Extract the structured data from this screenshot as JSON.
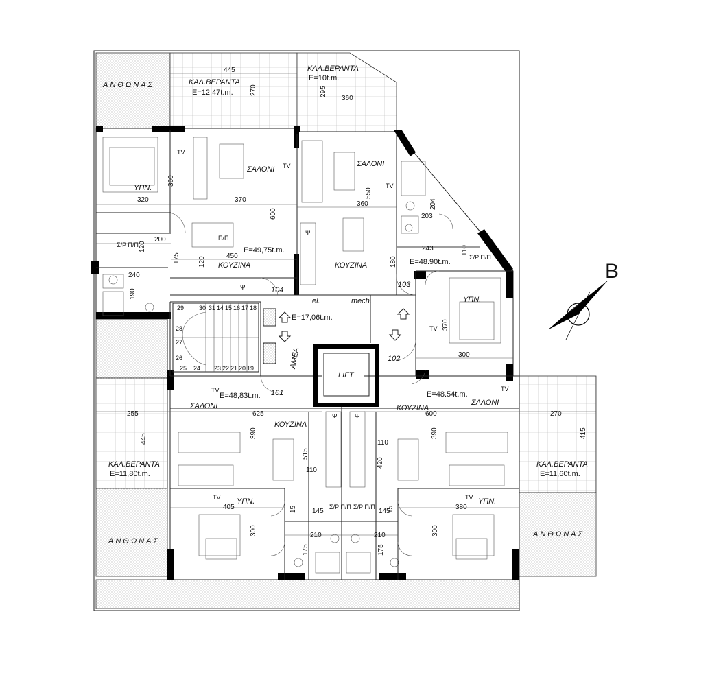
{
  "compass_label": "B",
  "labels": {
    "anthonas_tl": "ΑΝΘΩΝΑΣ",
    "anthonas_bl": "ΑΝΘΩΝΑΣ",
    "anthonas_br": "ΑΝΘΩΝΑΣ",
    "ver_tl_title": "ΚΑΛ.ΒΕΡΑΝΤΑ",
    "ver_tl_area": "E=12,47t.m.",
    "ver_tr_title": "ΚΑΛ.ΒΕΡΑΝΤΑ",
    "ver_tr_area": "E=10t.m.",
    "ver_bl_title": "ΚΑΛ.ΒΕΡΑΝΤΑ",
    "ver_bl_area": "E=11,80t.m.",
    "ver_br_title": "ΚΑΛ.ΒΕΡΑΝΤΑ",
    "ver_br_area": "E=11,60t.m.",
    "saloni_1": "ΣΑΛΟΝΙ",
    "saloni_2": "ΣΑΛΟΝΙ",
    "saloni_3": "ΣΑΛΟΝΙ",
    "saloni_4": "ΣΑΛΟΝΙ",
    "kouzina_1": "ΚΟΥΖΙΝΑ",
    "kouzina_2": "ΚΟΥΖΙΝΑ",
    "kouzina_3": "ΚΟΥΖΙΝΑ",
    "kouzina_4": "ΚΟΥΖΙΝΑ",
    "ypn_1": "ΥΠΝ.",
    "ypn_2": "ΥΠΝ.",
    "ypn_3": "ΥΠΝ.",
    "ypn_4": "ΥΠΝ.",
    "area_104": "E=49,75t.m.",
    "area_103": "E=48.90t.m.",
    "area_lobby": "E=17,06t.m.",
    "area_101": "E=48,83t.m.",
    "area_102": "E=48.54t.m.",
    "num_104": "104",
    "num_103": "103",
    "num_101": "101",
    "num_102": "102",
    "lift": "LIFT",
    "amea": "ΑΜΕΑ",
    "el": "el.",
    "mech": "mech.",
    "sp1": "Σ/Ρ Π/Π",
    "sp2": "Σ/Ρ Π/Π",
    "sp3": "Σ/Ρ Π/Π",
    "sp4": "Σ/Ρ Π/Π",
    "pp": "Π/Π",
    "psi": "Ψ",
    "tv": "TV"
  },
  "dimensions": {
    "d445_top": "445",
    "d270_top": "270",
    "d295": "295",
    "d360_top": "360",
    "d360_left": "360",
    "d320": "320",
    "d370": "370",
    "d600_a": "600",
    "d200": "200",
    "d120_a": "120",
    "d450": "450",
    "d175_a": "175",
    "d120_b": "120",
    "d240": "240",
    "d190": "190",
    "d550": "550",
    "d360_b": "360",
    "d204": "204",
    "d203": "203",
    "d243": "243",
    "d180": "180",
    "d110_a": "110",
    "d370_r": "370",
    "d300_r": "300",
    "d255": "255",
    "d445_l": "445",
    "d625": "625",
    "d390_l": "390",
    "d515": "515",
    "d110_b": "110",
    "d110_c": "110",
    "d420": "420",
    "d600_b": "600",
    "d390_r": "390",
    "d270_r": "270",
    "d415": "415",
    "d405": "405",
    "d15_a": "15",
    "d145_a": "145",
    "d145_b": "145",
    "d15_b": "15",
    "d380": "380",
    "d300_bl": "300",
    "d210_a": "210",
    "d210_b": "210",
    "d175_b": "175",
    "d175_c": "175",
    "d300_br": "300"
  },
  "stairs": [
    "29",
    "30",
    "31",
    "14",
    "15",
    "16",
    "17",
    "18",
    "28",
    "27",
    "26",
    "25",
    "24",
    "23",
    "22",
    "21",
    "20",
    "19"
  ]
}
